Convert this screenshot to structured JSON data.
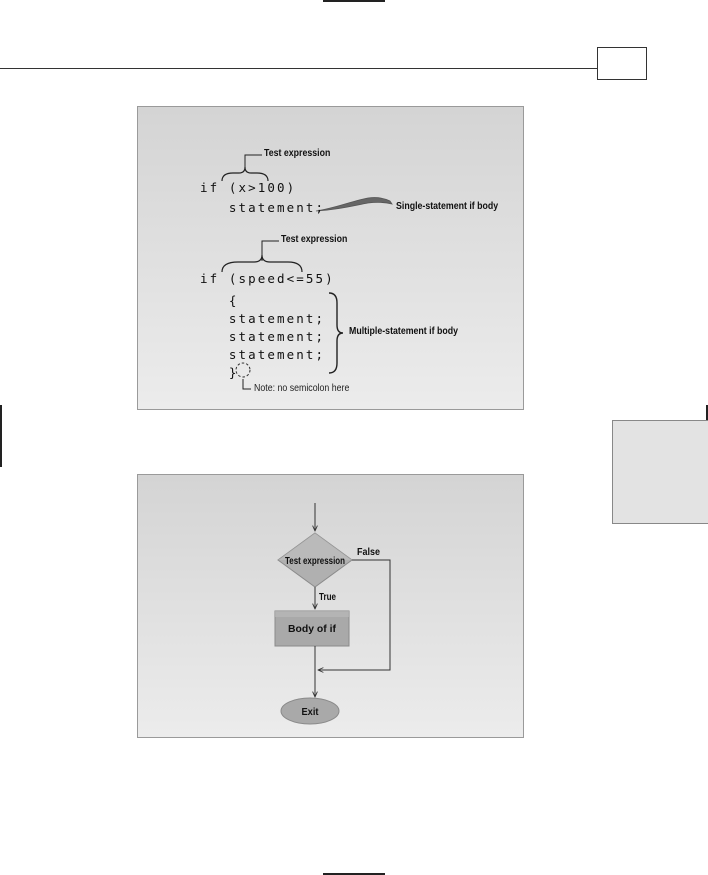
{
  "figure1": {
    "single": {
      "test_expression_label": "Test expression",
      "code_line1": "if (x>100)",
      "code_line2": "   statement;",
      "body_label": "Single-statement if body"
    },
    "multi": {
      "test_expression_label": "Test expression",
      "code_line1": "if (speed<=55)",
      "code_lines": [
        "   {",
        "   statement;",
        "   statement;",
        "   statement;",
        "   }"
      ],
      "body_label": "Multiple-statement if body",
      "note": "Note: no semicolon here"
    }
  },
  "figure2": {
    "decision": "Test expression",
    "false_label": "False",
    "true_label": "True",
    "process": "Body of if",
    "terminal": "Exit"
  },
  "colors": {
    "figure_bg_top": "#d4d4d4",
    "figure_bg_bottom": "#ececec",
    "shape_fill": "#a9a9a9",
    "line": "#333333"
  }
}
